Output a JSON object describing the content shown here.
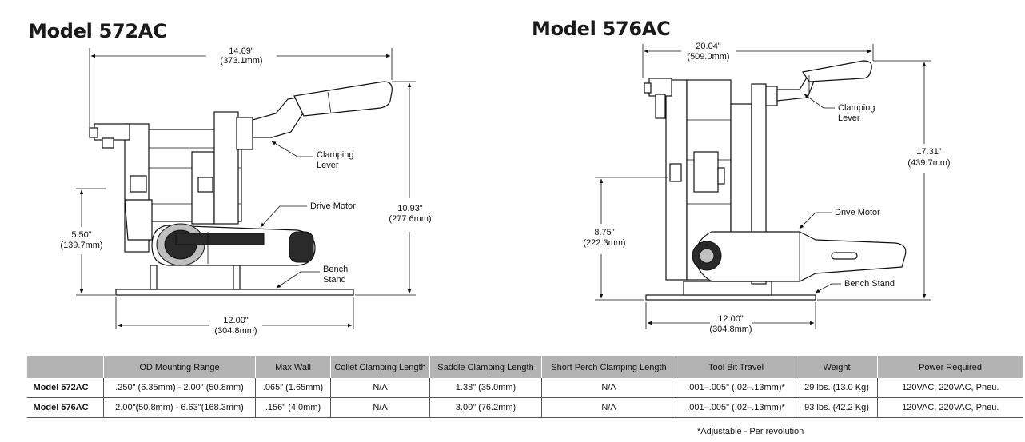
{
  "models": {
    "left": {
      "title": "Model 572AC",
      "width_dim": [
        "14.69\"",
        "(373.1mm)"
      ],
      "height_dim": [
        "10.93\"",
        "(277.6mm)"
      ],
      "clamp_height_dim": [
        "5.50\"",
        "(139.7mm)"
      ],
      "base_dim": [
        "12.00\"",
        "(304.8mm)"
      ],
      "callouts": {
        "clamping_lever": [
          "Clamping",
          "Lever"
        ],
        "drive_motor": [
          "Drive Motor"
        ],
        "bench_stand": [
          "Bench",
          "Stand"
        ]
      }
    },
    "right": {
      "title": "Model 576AC",
      "width_dim": [
        "20.04\"",
        "(509.0mm)"
      ],
      "height_dim": [
        "17.31\"",
        "(439.7mm)"
      ],
      "clamp_height_dim": [
        "8.75\"",
        "(222.3mm)"
      ],
      "base_dim": [
        "12.00\"",
        "(304.8mm)"
      ],
      "callouts": {
        "clamping_lever": [
          "Clamping",
          "Lever"
        ],
        "drive_motor": [
          "Drive Motor"
        ],
        "bench_stand": [
          "Bench Stand"
        ]
      }
    }
  },
  "table": {
    "headers": [
      "",
      "OD Mounting Range",
      "Max Wall",
      "Collet Clamping Length",
      "Saddle Clamping Length",
      "Short Perch Clamping Length",
      "Tool Bit Travel",
      "Weight",
      "Power Required"
    ],
    "rows": [
      [
        "Model 572AC",
        ".250\" (6.35mm) - 2.00\" (50.8mm)",
        ".065\" (1.65mm)",
        "N/A",
        "1.38\" (35.0mm)",
        "N/A",
        ".001–.005\" (.02–.13mm)*",
        "29 lbs. (13.0 Kg)",
        "120VAC, 220VAC, Pneu."
      ],
      [
        "Model 576AC",
        "2.00\"(50.8mm) - 6.63\"(168.3mm)",
        ".156\" (4.0mm)",
        "N/A",
        "3.00\" (76.2mm)",
        "N/A",
        ".001–.005\" (.02–.13mm)*",
        "93 lbs. (42.2 Kg)",
        "120VAC, 220VAC, Pneu."
      ]
    ]
  },
  "footnote": "*Adjustable - Per revolution"
}
